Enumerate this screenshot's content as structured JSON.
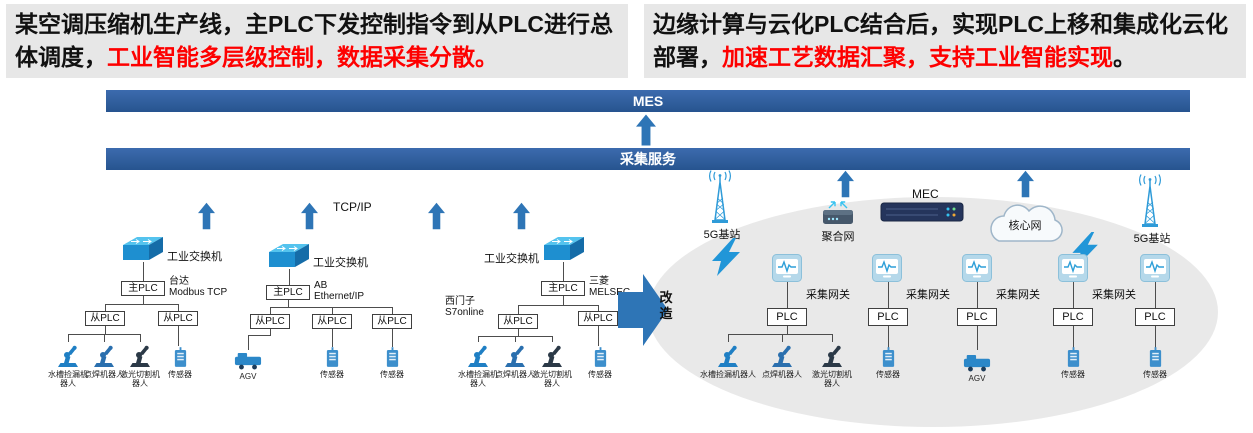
{
  "header": {
    "left_text": "某空调压缩机生产线，主PLC下发控制指令到从PLC进行总体调度，",
    "left_highlight": "工业智能多层级控制，数据采集分散。",
    "right_text": "边缘计算与云化PLC结合后，实现PLC上移和集成化云化部署，",
    "right_highlight": "加速工艺数据汇聚，支持工业智能实现",
    "right_tail": "。"
  },
  "layers": {
    "mes": "MES",
    "collect_service": "采集服务"
  },
  "left": {
    "tcpip_label": "TCP/IP",
    "switch_label": "工业交换机",
    "master_plc_label": "主PLC",
    "slave_plc_label": "从PLC",
    "vendor1_name": "台达",
    "vendor1_protocol": "Modbus TCP",
    "vendor2_name": "AB",
    "vendor2_protocol": "Ethernet/IP",
    "vendor3_name": "西门子",
    "vendor3_protocol": "S7online",
    "vendor4_name": "三菱",
    "vendor4_protocol": "MELSEC",
    "device_leak_robot": "水槽捡漏机器人",
    "device_weld_robot": "点焊机器人",
    "device_laser_robot": "激光切割机器人",
    "device_sensor": "传感器",
    "device_agv": "AGV"
  },
  "transform": {
    "label": "改造"
  },
  "right": {
    "base_station": "5G基站",
    "aggregation_net": "聚合网",
    "mec": "MEC",
    "core_net": "核心网",
    "gateway_label": "采集网关",
    "plc_label": "PLC",
    "device_leak_robot": "水槽捡漏机器人",
    "device_weld_robot": "点焊机器人",
    "device_laser_robot": "激光切割机器人",
    "device_sensor": "传感器",
    "device_agv": "AGV"
  },
  "icons": [
    "industrial-switch-icon",
    "robot-arm-icon",
    "laser-robot-icon",
    "sensor-icon",
    "agv-icon",
    "5g-tower-icon",
    "aggregation-router-icon",
    "mec-server-icon",
    "core-network-cloud-icon",
    "collection-gateway-icon",
    "lightning-link-icon",
    "up-arrow-icon",
    "transform-arrow-icon"
  ],
  "colors": {
    "bar_blue": "#2d5c9e",
    "arrow_blue": "#2e75b6",
    "highlight_red": "#fe0000",
    "header_bg": "#e7e7e7",
    "ellipse_bg": "#e9e9e9",
    "switch_cyan": "#2aa7dc",
    "gateway_fill": "#b5d8ea"
  }
}
